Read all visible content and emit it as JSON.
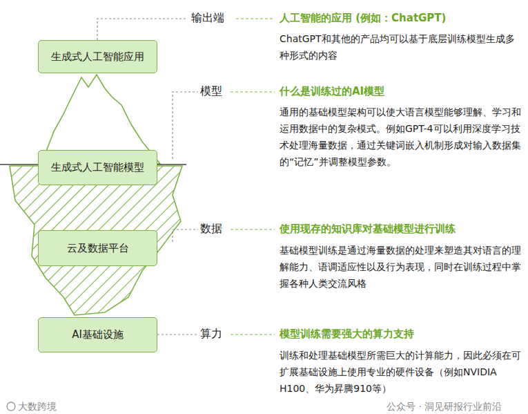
{
  "diagram": {
    "nodes": [
      {
        "text": [
          "生成式人工智能应用"
        ]
      },
      {
        "text": [
          "生成式人工智能模型"
        ]
      },
      {
        "text": [
          "云及数据平台"
        ]
      },
      {
        "text": [
          "AI基础设施"
        ]
      }
    ],
    "labels": [
      "输出端",
      "人工智能的应用 (例如：ChatGPT)",
      "ChatGPT和其他的产品均可以基于底层训练模型生成多种形式的内容",
      "模型",
      "什么是训练过的AI模型",
      "通用的基础模型架构可以使大语言模型能够理解、学习和运用数据中的复杂模式。例如GPT-4可以利用深度学习技术处理海量数据，通过关键词嵌入机制形成对输入数据集的“记忆”并调整模型参数。",
      "数据",
      "使用现存的知识库对基础模型进行训练",
      "基础模型训练是通过海量数据的处理来塑造其对语言的理解能力、语调适应性以及行为表现，同时在训练过程中掌握各种人类交流风格",
      "算力",
      "模型训练需要强大的算力支持",
      "训练和处理基础模型所需巨大的计算能力，因此必须在可扩展基础设施上使用专业的硬件设备（例如NVIDIA H100、华为昇腾910等）",
      "大数跨境",
      "公众号 · 洞见研报行业前沿"
    ]
  }
}
